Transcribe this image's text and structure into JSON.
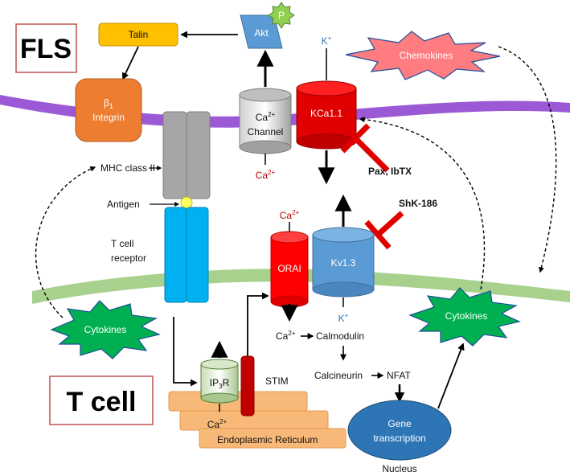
{
  "diagram": {
    "fls_label": "FLS",
    "tcell_label": "T cell",
    "akt": "Akt",
    "phospho": "P",
    "talin": "Talin",
    "integrin_line1": "β",
    "integrin_sub": "1",
    "integrin_line2": "Integrin",
    "ca_channel_line1": "Ca",
    "ca_channel_sup": "2+",
    "ca_channel_line2": "Channel",
    "kca": "KCa1.1",
    "k_ion": "K",
    "k_sup": "+",
    "chemokines": "Chemokines",
    "ca_ion": "Ca",
    "ca_sup": "2+",
    "pax_ibtx": "Pax, IbTX",
    "shk": "ShK-186",
    "mhc": "MHC class II",
    "antigen": "Antigen",
    "tcr_line1": "T cell",
    "tcr_line2": "receptor",
    "orai": "ORAI",
    "kv13": "Kv1.3",
    "cytokines_left": "Cytokines",
    "cytokines_right": "Cytokines",
    "calmodulin": "Calmodulin",
    "calcineurin": "Calcineurin",
    "nfat": "NFAT",
    "ip3r_main": "IP",
    "ip3r_sub": "3",
    "ip3r_end": "R",
    "stim": "STIM",
    "er": "Endoplasmic Reticulum",
    "gene_line1": "Gene",
    "gene_line2": "transcription",
    "nucleus": "Nucleus"
  },
  "colors": {
    "fls_membrane": "#9b59d6",
    "tcell_membrane": "#a9d18e",
    "akt": "#5b9bd5",
    "phospho": "#92d050",
    "talin": "#ffc000",
    "integrin": "#ed7d31",
    "kca": "#e00000",
    "orai": "#ff0000",
    "kv13": "#5b9bd5",
    "chemokines": "#ff7c80",
    "cytokines": "#00b050",
    "starburst_outline": "#1f4e9a",
    "er": "#f8b878",
    "stim": "#c00000",
    "nucleus": "#2e75b6",
    "mhc": "#a6a6a6",
    "tcr": "#00b0f0",
    "antigen": "#ffff66",
    "blocker": "#e00000"
  }
}
